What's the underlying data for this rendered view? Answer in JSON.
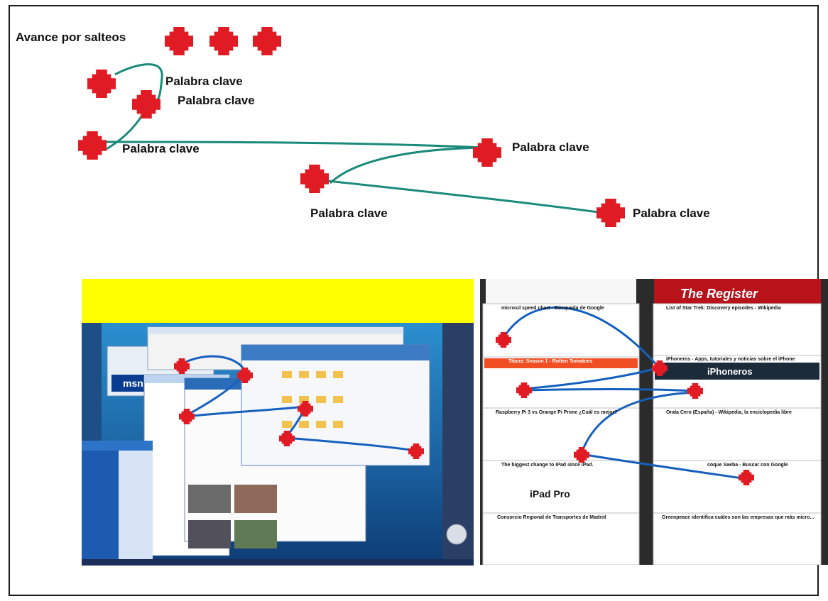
{
  "header": {
    "title": "Avance por salteos"
  },
  "keyword_labels": [
    "Palabra clave",
    "Palabra clave",
    "Palabra clave",
    "Palabra clave",
    "Palabra clave",
    "Palabra clave"
  ],
  "screenshot_right": {
    "cards": [
      "microsd speed chart - Búsqueda de Google",
      "List of Star Trek: Discovery episodes - Wikipedia",
      "Titans: Season 1 - Rotten Tomatoes",
      "iPhoneros - Apps, tutoriales y noticias sobre el iPhone",
      "Raspberry Pi 3 vs Orange Pi Prime ¿Cuál es mejor?",
      "Onda Cero (España) - Wikipedia, la enciclopedia libre",
      "The biggest change to iPad since iPad.",
      "coque Saeba - Buscar con Google",
      "Consorcio Regional de Transportes de Madrid",
      "Greenpeace identifica cuáles son las empresas que más micro..."
    ],
    "brands": [
      "The Register",
      "iPhoneros",
      "iPad Pro"
    ]
  },
  "colors": {
    "marker": "#e01b24",
    "connector_dark_teal": "#1a8a7a",
    "connector_blue": "#1560bd",
    "highlight_yellow": "#ffff00"
  },
  "icons": {
    "marker": "red-cross-marker-icon"
  }
}
